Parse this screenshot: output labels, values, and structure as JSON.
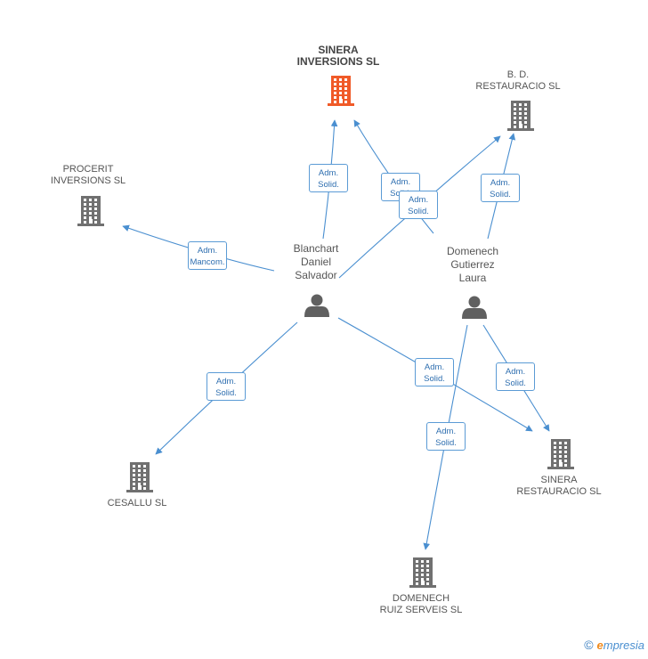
{
  "colors": {
    "edge": "#4a8fd0",
    "company": "#707070",
    "focus_company": "#f05a28",
    "person": "#606060"
  },
  "nodes": {
    "sinera_inversions": {
      "label_lines": [
        "SINERA",
        "INVERSIONS SL"
      ],
      "icon": "building-icon"
    },
    "bd_restauracio": {
      "label_lines": [
        "B.  D.",
        "RESTAURACIO SL"
      ],
      "icon": "building-icon"
    },
    "procerit": {
      "label_lines": [
        "PROCERIT",
        "INVERSIONS SL"
      ],
      "icon": "building-icon"
    },
    "blanchart": {
      "label_lines": [
        "Blanchart",
        "Daniel",
        "Salvador"
      ],
      "icon": "person-icon"
    },
    "domenech_laura": {
      "label_lines": [
        "Domenech",
        "Gutierrez",
        "Laura"
      ],
      "icon": "person-icon"
    },
    "cesallu": {
      "label_lines": [
        "CESALLU  SL"
      ],
      "icon": "building-icon"
    },
    "sinera_restauracio": {
      "label_lines": [
        "SINERA",
        "RESTAURACIO SL"
      ],
      "icon": "building-icon"
    },
    "domenech_ruiz": {
      "label_lines": [
        "DOMENECH",
        "RUIZ SERVEIS SL"
      ],
      "icon": "building-icon"
    }
  },
  "edges": [
    {
      "from": "blanchart",
      "to": "sinera_inversions",
      "lines": [
        "Adm.",
        "Solid."
      ]
    },
    {
      "from": "domenech_laura",
      "to": "sinera_inversions",
      "lines": [
        "Adm.",
        "Solid."
      ]
    },
    {
      "from": "blanchart",
      "to": "bd_restauracio",
      "lines": [
        "Adm.",
        "Solid."
      ]
    },
    {
      "from": "domenech_laura",
      "to": "bd_restauracio",
      "lines": [
        "Adm.",
        "Solid."
      ]
    },
    {
      "from": "blanchart",
      "to": "procerit",
      "lines": [
        "Adm.",
        "Mancom."
      ]
    },
    {
      "from": "blanchart",
      "to": "cesallu",
      "lines": [
        "Adm.",
        "Solid."
      ]
    },
    {
      "from": "blanchart",
      "to": "sinera_restauracio",
      "lines": [
        "Adm.",
        "Solid."
      ]
    },
    {
      "from": "domenech_laura",
      "to": "sinera_restauracio",
      "lines": [
        "Adm.",
        "Solid."
      ]
    },
    {
      "from": "domenech_laura",
      "to": "domenech_ruiz",
      "lines": [
        "Adm.",
        "Solid."
      ]
    }
  ],
  "footer": {
    "copyright_symbol": "©",
    "brand_first": "e",
    "brand_rest": "mpresia"
  }
}
